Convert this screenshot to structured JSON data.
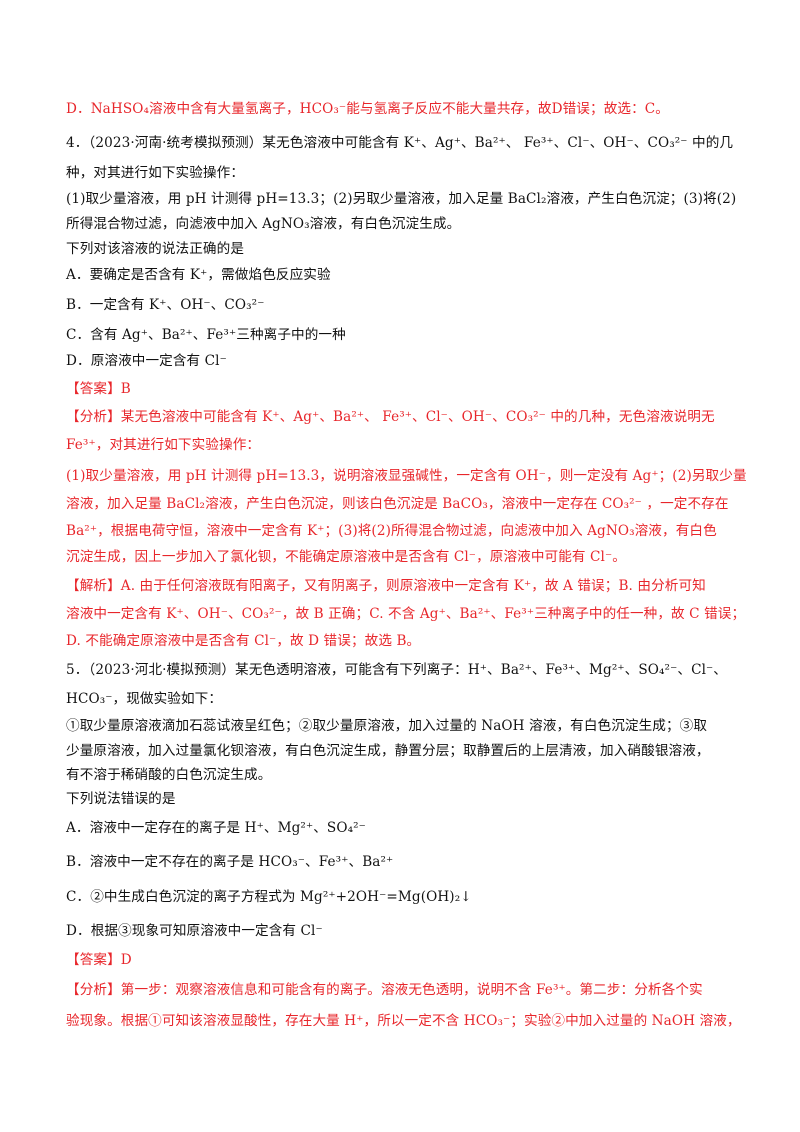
{
  "document": {
    "q3_tail": {
      "option_d_analysis": "D．NaHSO₄溶液中含有大量氢离子，HCO₃⁻能与氢离子反应不能大量共存，故D错误；故选：C。"
    },
    "q4": {
      "stem_line1": "4．（2023·河南·统考模拟预测）某无色溶液中可能含有 K⁺、Ag⁺、Ba²⁺、 Fe³⁺、Cl⁻、OH⁻、CO₃²⁻ 中的几",
      "stem_line2": "种，对其进行如下实验操作：",
      "stem_line3": "(1)取少量溶液，用 pH 计测得 pH=13.3；(2)另取少量溶液，加入足量 BaCl₂溶液，产生白色沉淀；(3)将(2)",
      "stem_line4": "所得混合物过滤，向滤液中加入 AgNO₃溶液，有白色沉淀生成。",
      "question": "下列对该溶液的说法正确的是",
      "options": [
        "A．要确定是否含有 K⁺，需做焰色反应实验",
        "B．一定含有 K⁺、OH⁻、CO₃²⁻",
        "C．含有 Ag⁺、Ba²⁺、Fe³⁺三种离子中的一种",
        "D．原溶液中一定含有 Cl⁻"
      ],
      "answer_label": "【答案】",
      "answer_value": "B",
      "analysis_label": "【分析】",
      "analysis_lines": [
        "某无色溶液中可能含有 K⁺、Ag⁺、Ba²⁺、 Fe³⁺、Cl⁻、OH⁻、CO₃²⁻ 中的几种，无色溶液说明无",
        "Fe³⁺，对其进行如下实验操作：",
        "(1)取少量溶液，用 pH 计测得 pH=13.3，说明溶液显强碱性，一定含有 OH⁻，则一定没有 Ag⁺；(2)另取少量",
        "溶液，加入足量 BaCl₂溶液，产生白色沉淀，则该白色沉淀是 BaCO₃，溶液中一定存在 CO₃²⁻ ，一定不存在",
        "Ba²⁺，根据电荷守恒，溶液中一定含有 K⁺；(3)将(2)所得混合物过滤，向滤液中加入 AgNO₃溶液，有白色",
        "沉淀生成，因上一步加入了氯化钡，不能确定原溶液中是否含有 Cl⁻，原溶液中可能有 Cl⁻。"
      ],
      "explanation_label": "【解析】",
      "explanation_lines": [
        "A. 由于任何溶液既有阳离子，又有阴离子，则原溶液中一定含有 K⁺，故 A 错误；B. 由分析可知",
        "溶液中一定含有 K⁺、OH⁻、CO₃²⁻，故 B 正确；C. 不含 Ag⁺、Ba²⁺、Fe³⁺三种离子中的任一种，故 C 错误；",
        "D. 不能确定原溶液中是否含有 Cl⁻，故 D 错误；故选 B。"
      ]
    },
    "q5": {
      "stem_line1": "5．（2023·河北·模拟预测）某无色透明溶液，可能含有下列离子：H⁺、Ba²⁺、Fe³⁺、Mg²⁺、SO₄²⁻、Cl⁻、",
      "stem_line2": "HCO₃⁻，现做实验如下：",
      "stem_line3": "①取少量原溶液滴加石蕊试液呈红色；②取少量原溶液，加入过量的 NaOH 溶液，有白色沉淀生成；③取",
      "stem_line4": "少量原溶液，加入过量氯化钡溶液，有白色沉淀生成，静置分层；取静置后的上层清液，加入硝酸银溶液，",
      "stem_line5": "有不溶于稀硝酸的白色沉淀生成。",
      "question": "下列说法错误的是",
      "options": [
        "A．溶液中一定存在的离子是 H⁺、Mg²⁺、SO₄²⁻",
        "B．溶液中一定不存在的离子是 HCO₃⁻、Fe³⁺、Ba²⁺",
        "C．②中生成白色沉淀的离子方程式为 Mg²⁺+2OH⁻=Mg(OH)₂↓",
        "D．根据③现象可知原溶液中一定含有 Cl⁻"
      ],
      "answer_label": "【答案】",
      "answer_value": "D",
      "analysis_label": "【分析】",
      "analysis_lines": [
        "第一步：观察溶液信息和可能含有的离子。溶液无色透明，说明不含 Fe³⁺。第二步：分析各个实",
        "验现象。根据①可知该溶液显酸性，存在大量 H⁺，所以一定不含 HCO₃⁻；实验②中加入过量的 NaOH 溶液，"
      ]
    },
    "colors": {
      "answer_red": "#e8262b",
      "body_text": "#111111",
      "background": "#ffffff"
    }
  }
}
